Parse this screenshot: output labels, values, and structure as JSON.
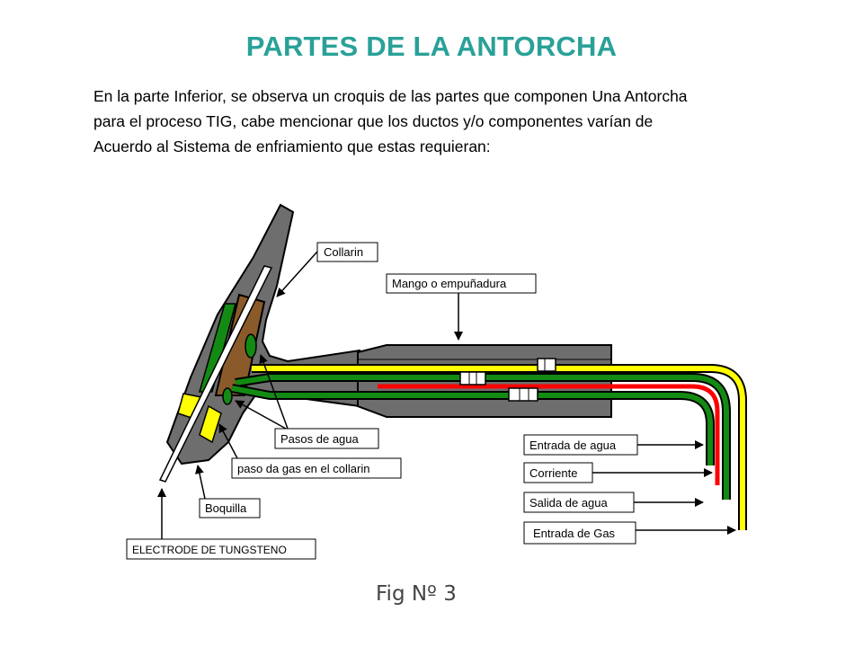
{
  "page": {
    "title": "PARTES DE LA ANTORCHA",
    "paragraph_lines": [
      "En la parte Inferior, se observa un croquis de las partes que componen Una Antorcha",
      "para el proceso TIG, cabe mencionar que los ductos y/o componentes varían de",
      "Acuerdo al Sistema de enfriamiento que estas requieran:"
    ]
  },
  "figure": {
    "labels": {
      "collarin": "Collarin",
      "mango": "Mango o empuñadura",
      "pasos_agua": "Pasos de agua",
      "paso_gas": "paso da gas en el collarin",
      "boquilla": "Boquilla",
      "electrodo": "ELECTRODE DE TUNGSTENO",
      "entrada_agua": "Entrada de agua",
      "corriente": "Corriente",
      "salida_agua": "Salida de agua",
      "entrada_gas": "Entrada de Gas"
    },
    "caption": "Fig Nº 3",
    "colors": {
      "body": "#707070",
      "water": "#138a13",
      "current": "#ff0000",
      "gas": "#ffff00",
      "collar": "#8b5a2b",
      "title": "#2aa198"
    }
  }
}
